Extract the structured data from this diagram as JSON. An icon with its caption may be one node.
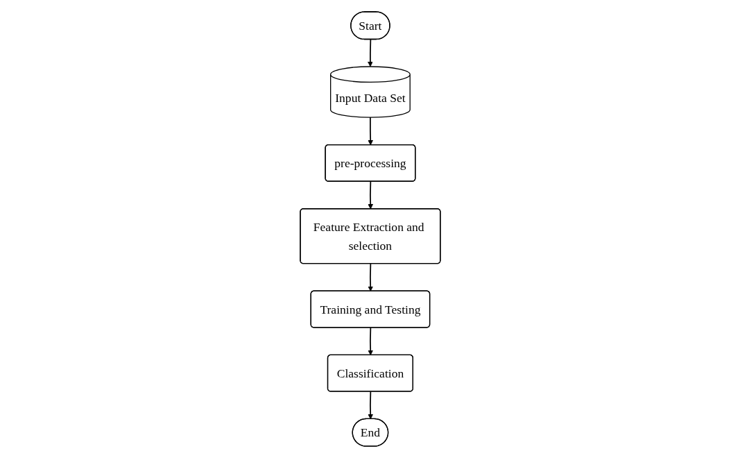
{
  "diagram": {
    "nodes": [
      {
        "text": [
          "Start"
        ]
      },
      {
        "text": [
          "Input Data Set"
        ]
      },
      {
        "text": [
          "pre-processing"
        ]
      },
      {
        "text": [
          "Feature Extraction and selection"
        ]
      },
      {
        "text": [
          "Training and Testing"
        ]
      },
      {
        "text": [
          "Classification"
        ]
      },
      {
        "text": [
          "End"
        ]
      }
    ],
    "edges": [
      {
        "from": 0,
        "to": 1,
        "arrow": "to"
      },
      {
        "from": 1,
        "to": 2,
        "arrow": "to"
      },
      {
        "from": 2,
        "to": 3,
        "arrow": "to"
      },
      {
        "from": 3,
        "to": 4,
        "arrow": "to"
      },
      {
        "from": 4,
        "to": 5,
        "arrow": "to"
      },
      {
        "from": 5,
        "to": 6,
        "arrow": "to"
      }
    ]
  }
}
